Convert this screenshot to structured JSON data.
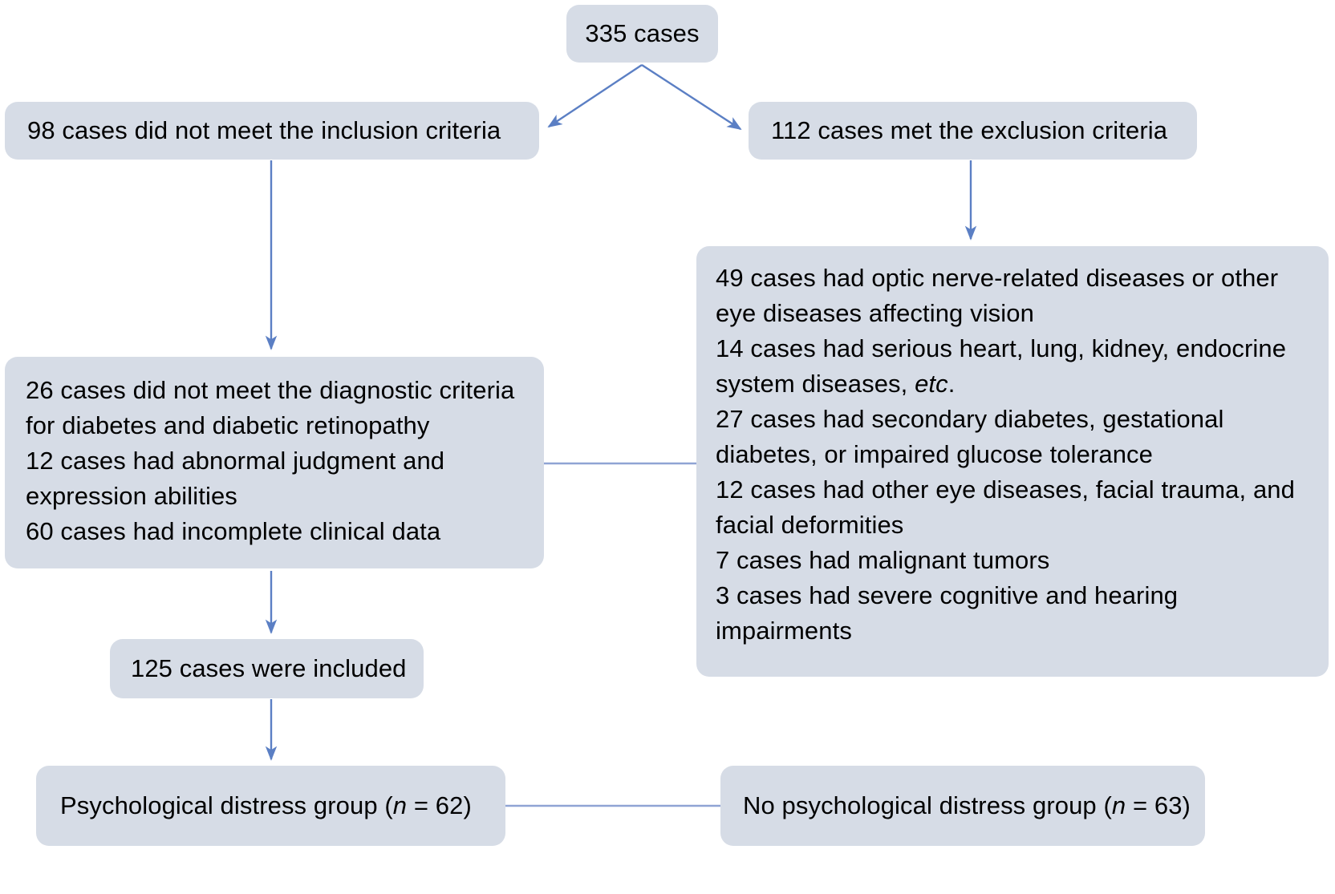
{
  "diagram": {
    "type": "flowchart",
    "title": "Patient case selection flow diagram",
    "theme": {
      "node_fill": "#d6dce6",
      "edge_color": "#5b7fc4",
      "text_color": "#000000",
      "background": "#ffffff"
    },
    "nodes": {
      "total": {
        "label": "335 cases",
        "count": 335
      },
      "not_inclusion": {
        "label": "98 cases did not meet the inclusion criteria",
        "count": 98
      },
      "exclusion": {
        "label": "112 cases met the exclusion criteria",
        "count": 112
      },
      "exclusion_list": {
        "lines": [
          "49 cases had optic nerve-related diseases or other eye diseases affecting vision",
          "14 cases had serious heart, lung, kidney, endocrine system diseases, etc.",
          "27 cases had secondary diabetes, gestational diabetes, or impaired glucose tolerance",
          "12 cases had other eye diseases, facial trauma, and facial deformities",
          "7 cases had malignant tumors",
          "3 cases had severe cognitive and hearing impairments"
        ],
        "counts": [
          49,
          14,
          27,
          12,
          7,
          3
        ],
        "italic_fragment": "etc"
      },
      "diagnostic": {
        "lines": [
          "26 cases did not meet the diagnostic criteria for diabetes and diabetic retinopathy",
          "12 cases had abnormal judgment and expression abilities",
          "60 cases had incomplete clinical data"
        ],
        "counts": [
          26,
          12,
          60
        ]
      },
      "included": {
        "label": "125 cases were included",
        "count": 125
      },
      "distress": {
        "prefix": "Psychological distress group (",
        "italic_n": "n",
        "suffix": " = 62)",
        "count": 62
      },
      "no_distress": {
        "prefix": "No psychological distress group (",
        "italic_n": "n",
        "suffix": " = 63)",
        "count": 63
      }
    },
    "edges": [
      {
        "name": "total-to-not-inclusion",
        "from": "total",
        "to": "not_inclusion",
        "style": "arrow"
      },
      {
        "name": "total-to-exclusion",
        "from": "total",
        "to": "exclusion",
        "style": "arrow"
      },
      {
        "name": "not-inclusion-to-diagnostic",
        "from": "not_inclusion",
        "to": "diagnostic",
        "style": "arrow"
      },
      {
        "name": "exclusion-to-exclusion-list",
        "from": "exclusion",
        "to": "exclusion_list",
        "style": "arrow"
      },
      {
        "name": "diagnostic-to-exclusion-list",
        "from": "diagnostic",
        "to": "exclusion_list",
        "style": "line"
      },
      {
        "name": "diagnostic-to-included",
        "from": "diagnostic",
        "to": "included",
        "style": "arrow"
      },
      {
        "name": "included-to-distress",
        "from": "included",
        "to": "distress",
        "style": "arrow"
      },
      {
        "name": "distress-to-no-distress",
        "from": "distress",
        "to": "no_distress",
        "style": "line"
      }
    ]
  }
}
